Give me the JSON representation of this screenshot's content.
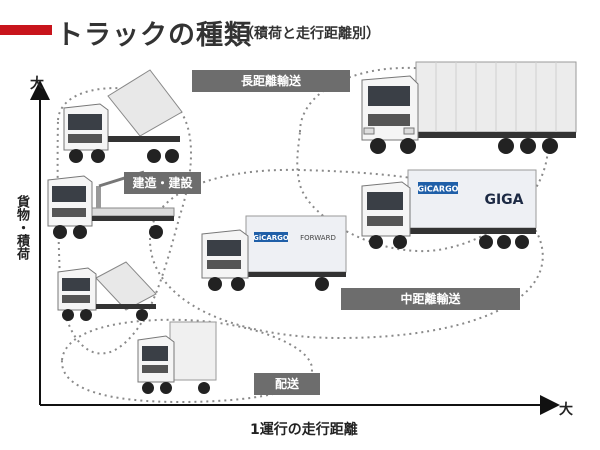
{
  "title": "トラックの種類",
  "subtitle": "（積荷と走行距離別）",
  "axes": {
    "y_label": "貨物・積荷",
    "y_max": "大",
    "x_label": "1運行の走行距離",
    "x_max": "大"
  },
  "categories": {
    "long": "長距離輸送",
    "mid": "中距離輸送",
    "delivery": "配送",
    "construction": "建造・建設"
  },
  "truck_markings": {
    "cargo_logo": "GiCARGO",
    "giga": "GIGA",
    "forward": "FORWARD"
  },
  "colors": {
    "accent": "#c8141c",
    "tag_background": "#6d6d6d",
    "truck_cab": "#f2f2f2",
    "logo_blue": "#1f5fa8"
  }
}
